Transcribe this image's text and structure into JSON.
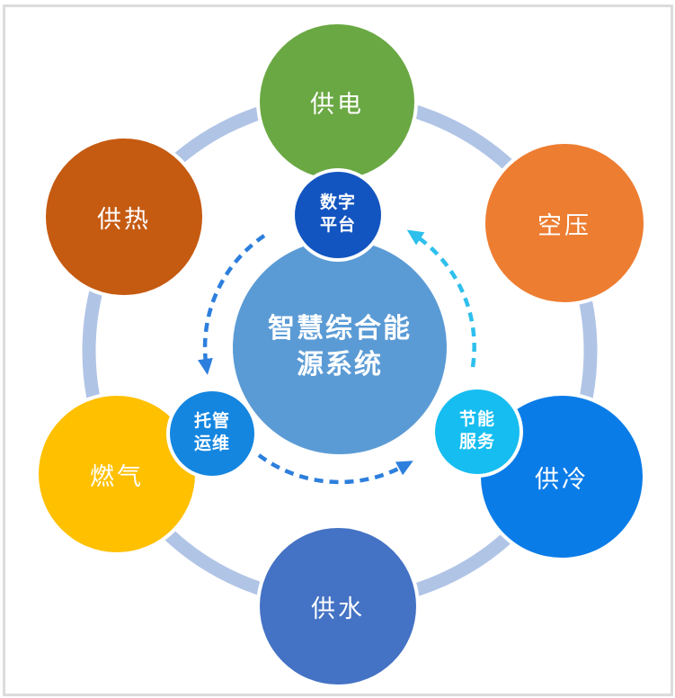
{
  "canvas": {
    "background": "#ffffff",
    "border_color": "#dcdcdc"
  },
  "ring": {
    "color": "#b0c4e6"
  },
  "arrows": {
    "blue": "#2d7fdd",
    "cyan": "#2ebfec"
  },
  "center_node": {
    "name": "智慧综合能源系统",
    "line1": "智慧综合能",
    "line2": "源系统",
    "color": "#5b9bd5",
    "text_color": "#ffffff"
  },
  "outer_nodes": [
    {
      "id": "power-supply",
      "label": "供电",
      "color": "#6aa843"
    },
    {
      "id": "heat-supply",
      "label": "供热",
      "color": "#c55a11"
    },
    {
      "id": "air-compression",
      "label": "空压",
      "color": "#ed7d31"
    },
    {
      "id": "gas",
      "label": "燃气",
      "color": "#ffc000"
    },
    {
      "id": "cooling-supply",
      "label": "供冷",
      "color": "#0a7ce8"
    },
    {
      "id": "water-supply",
      "label": "供水",
      "color": "#4472c4"
    }
  ],
  "satellite_nodes": [
    {
      "id": "digital-platform",
      "line1": "数字",
      "line2": "平台",
      "color": "#1355c0"
    },
    {
      "id": "hosted-operation",
      "line1": "托管",
      "line2": "运维",
      "color": "#1486e0"
    },
    {
      "id": "energy-saving-service",
      "line1": "节能",
      "line2": "服务",
      "color": "#16bdf0"
    }
  ]
}
